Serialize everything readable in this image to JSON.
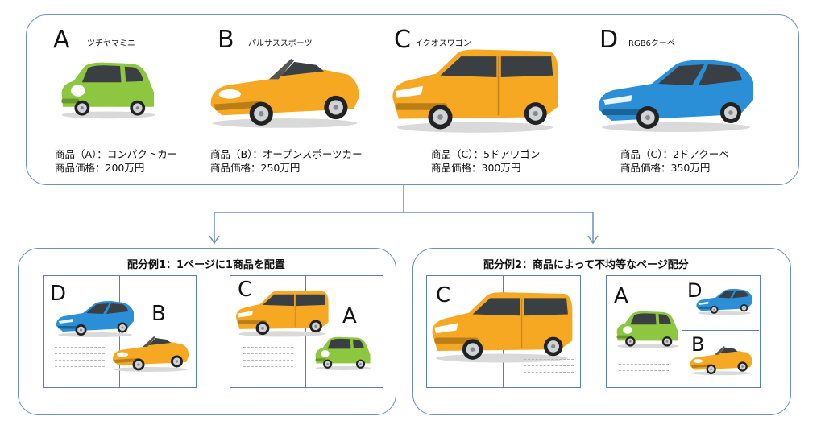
{
  "products": [
    {
      "letter": "A",
      "name": "ツチヤマミニ",
      "line1": "商品（A）：コンパクトカー",
      "line2": "商品価格：200万円",
      "color": "#8dc63f"
    },
    {
      "letter": "B",
      "name": "パルサススポーツ",
      "line1": "商品（B）：オープンスポーツカー",
      "line2": "商品価格：250万円",
      "color": "#f7a823"
    },
    {
      "letter": "C",
      "name": "イクオスワゴン",
      "line1": "商品（C）：5ドアワゴン",
      "line2": "商品価格：300万円",
      "color": "#f7a823"
    },
    {
      "letter": "D",
      "name": "RGB6クーペ",
      "line1": "商品（C）：2ドアクーペ",
      "line2": "商品価格：350万円",
      "color": "#2a8fd6"
    }
  ],
  "layouts": [
    {
      "title": "配分例1：1ページに1商品を配置"
    },
    {
      "title": "配分例2：商品によって不均等なページ配分"
    }
  ],
  "colors": {
    "border": "#6f8fbf",
    "line": "#5d7eb5",
    "arrow": "#6f8fbf"
  }
}
